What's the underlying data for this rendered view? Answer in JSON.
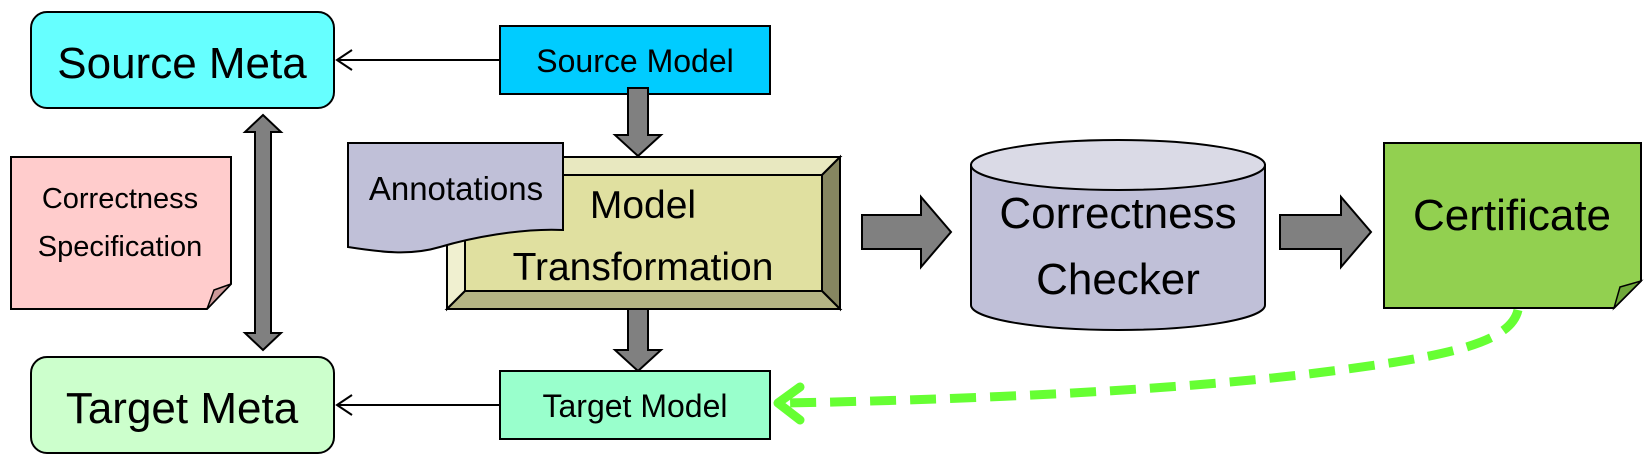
{
  "nodes": {
    "source_meta": {
      "label": "Source Meta",
      "fill": "#66FFFF"
    },
    "source_model": {
      "label": "Source Model",
      "fill": "#00CCFF"
    },
    "correctness_spec": {
      "line1": "Correctness",
      "line2": "Specification",
      "fill": "#FFCCCC",
      "fold_fill": "#CC9999"
    },
    "annotations": {
      "label": "Annotations",
      "fill": "#C0C0D8"
    },
    "model_transformation": {
      "line1": "Model",
      "line2": "Transformation",
      "face_fill": "#E0E0A0",
      "top_fill": "#E8E8C0",
      "left_fill": "#F0F0D0",
      "bottom_fill": "#B4B484",
      "right_fill": "#868660"
    },
    "correctness_checker": {
      "line1": "Correctness",
      "line2": "Checker",
      "body_fill": "#C0C0D8",
      "top_fill": "#DADAE6"
    },
    "certificate": {
      "label": "Certificate",
      "fill": "#92D050",
      "fold_fill": "#6FA83A"
    },
    "target_meta": {
      "label": "Target Meta",
      "fill": "#CCFFCC"
    },
    "target_model": {
      "label": "Target Model",
      "fill": "#99FFCC"
    }
  },
  "edges": [
    {
      "from": "source_model",
      "to": "source_meta",
      "style": "thin-arrow"
    },
    {
      "from": "target_model",
      "to": "target_meta",
      "style": "thin-arrow"
    },
    {
      "from": "source_model",
      "to": "model_transformation",
      "style": "block-arrow"
    },
    {
      "from": "model_transformation",
      "to": "target_model",
      "style": "block-arrow"
    },
    {
      "from": "model_transformation",
      "to": "correctness_checker",
      "style": "block-arrow"
    },
    {
      "from": "correctness_checker",
      "to": "certificate",
      "style": "block-arrow"
    },
    {
      "from": "source_meta",
      "to": "target_meta",
      "style": "double-block-arrow"
    },
    {
      "from": "certificate",
      "to": "target_model",
      "style": "dashed-curve-arrow"
    }
  ],
  "colors": {
    "block_arrow": "#808080",
    "dashed_arrow": "#66FF33",
    "outline": "#000000"
  }
}
